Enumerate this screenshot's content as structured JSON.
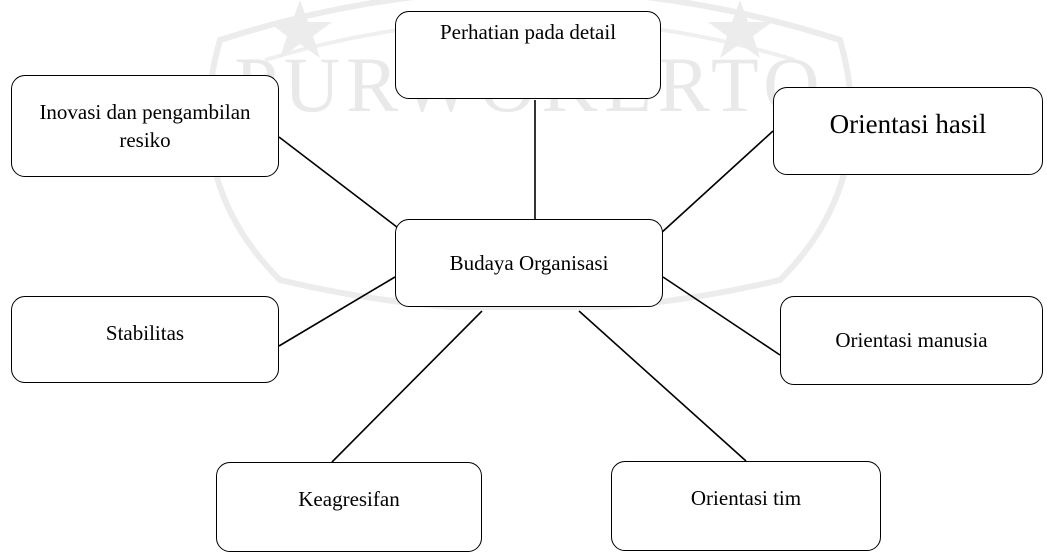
{
  "diagram": {
    "center": "Budaya Organisasi",
    "nodes": {
      "perhatian": "Perhatian pada detail",
      "inovasi": "Inovasi dan pengambilan resiko",
      "hasil": "Orientasi hasil",
      "stabilitas": "Stabilitas",
      "manusia": "Orientasi manusia",
      "keagresifan": "Keagresifan",
      "tim": "Orientasi tim"
    }
  },
  "watermark": {
    "text": "PURWOKERTO"
  },
  "colors": {
    "line": "#000000",
    "box_border": "#000000",
    "watermark": "#e6e6e6"
  }
}
